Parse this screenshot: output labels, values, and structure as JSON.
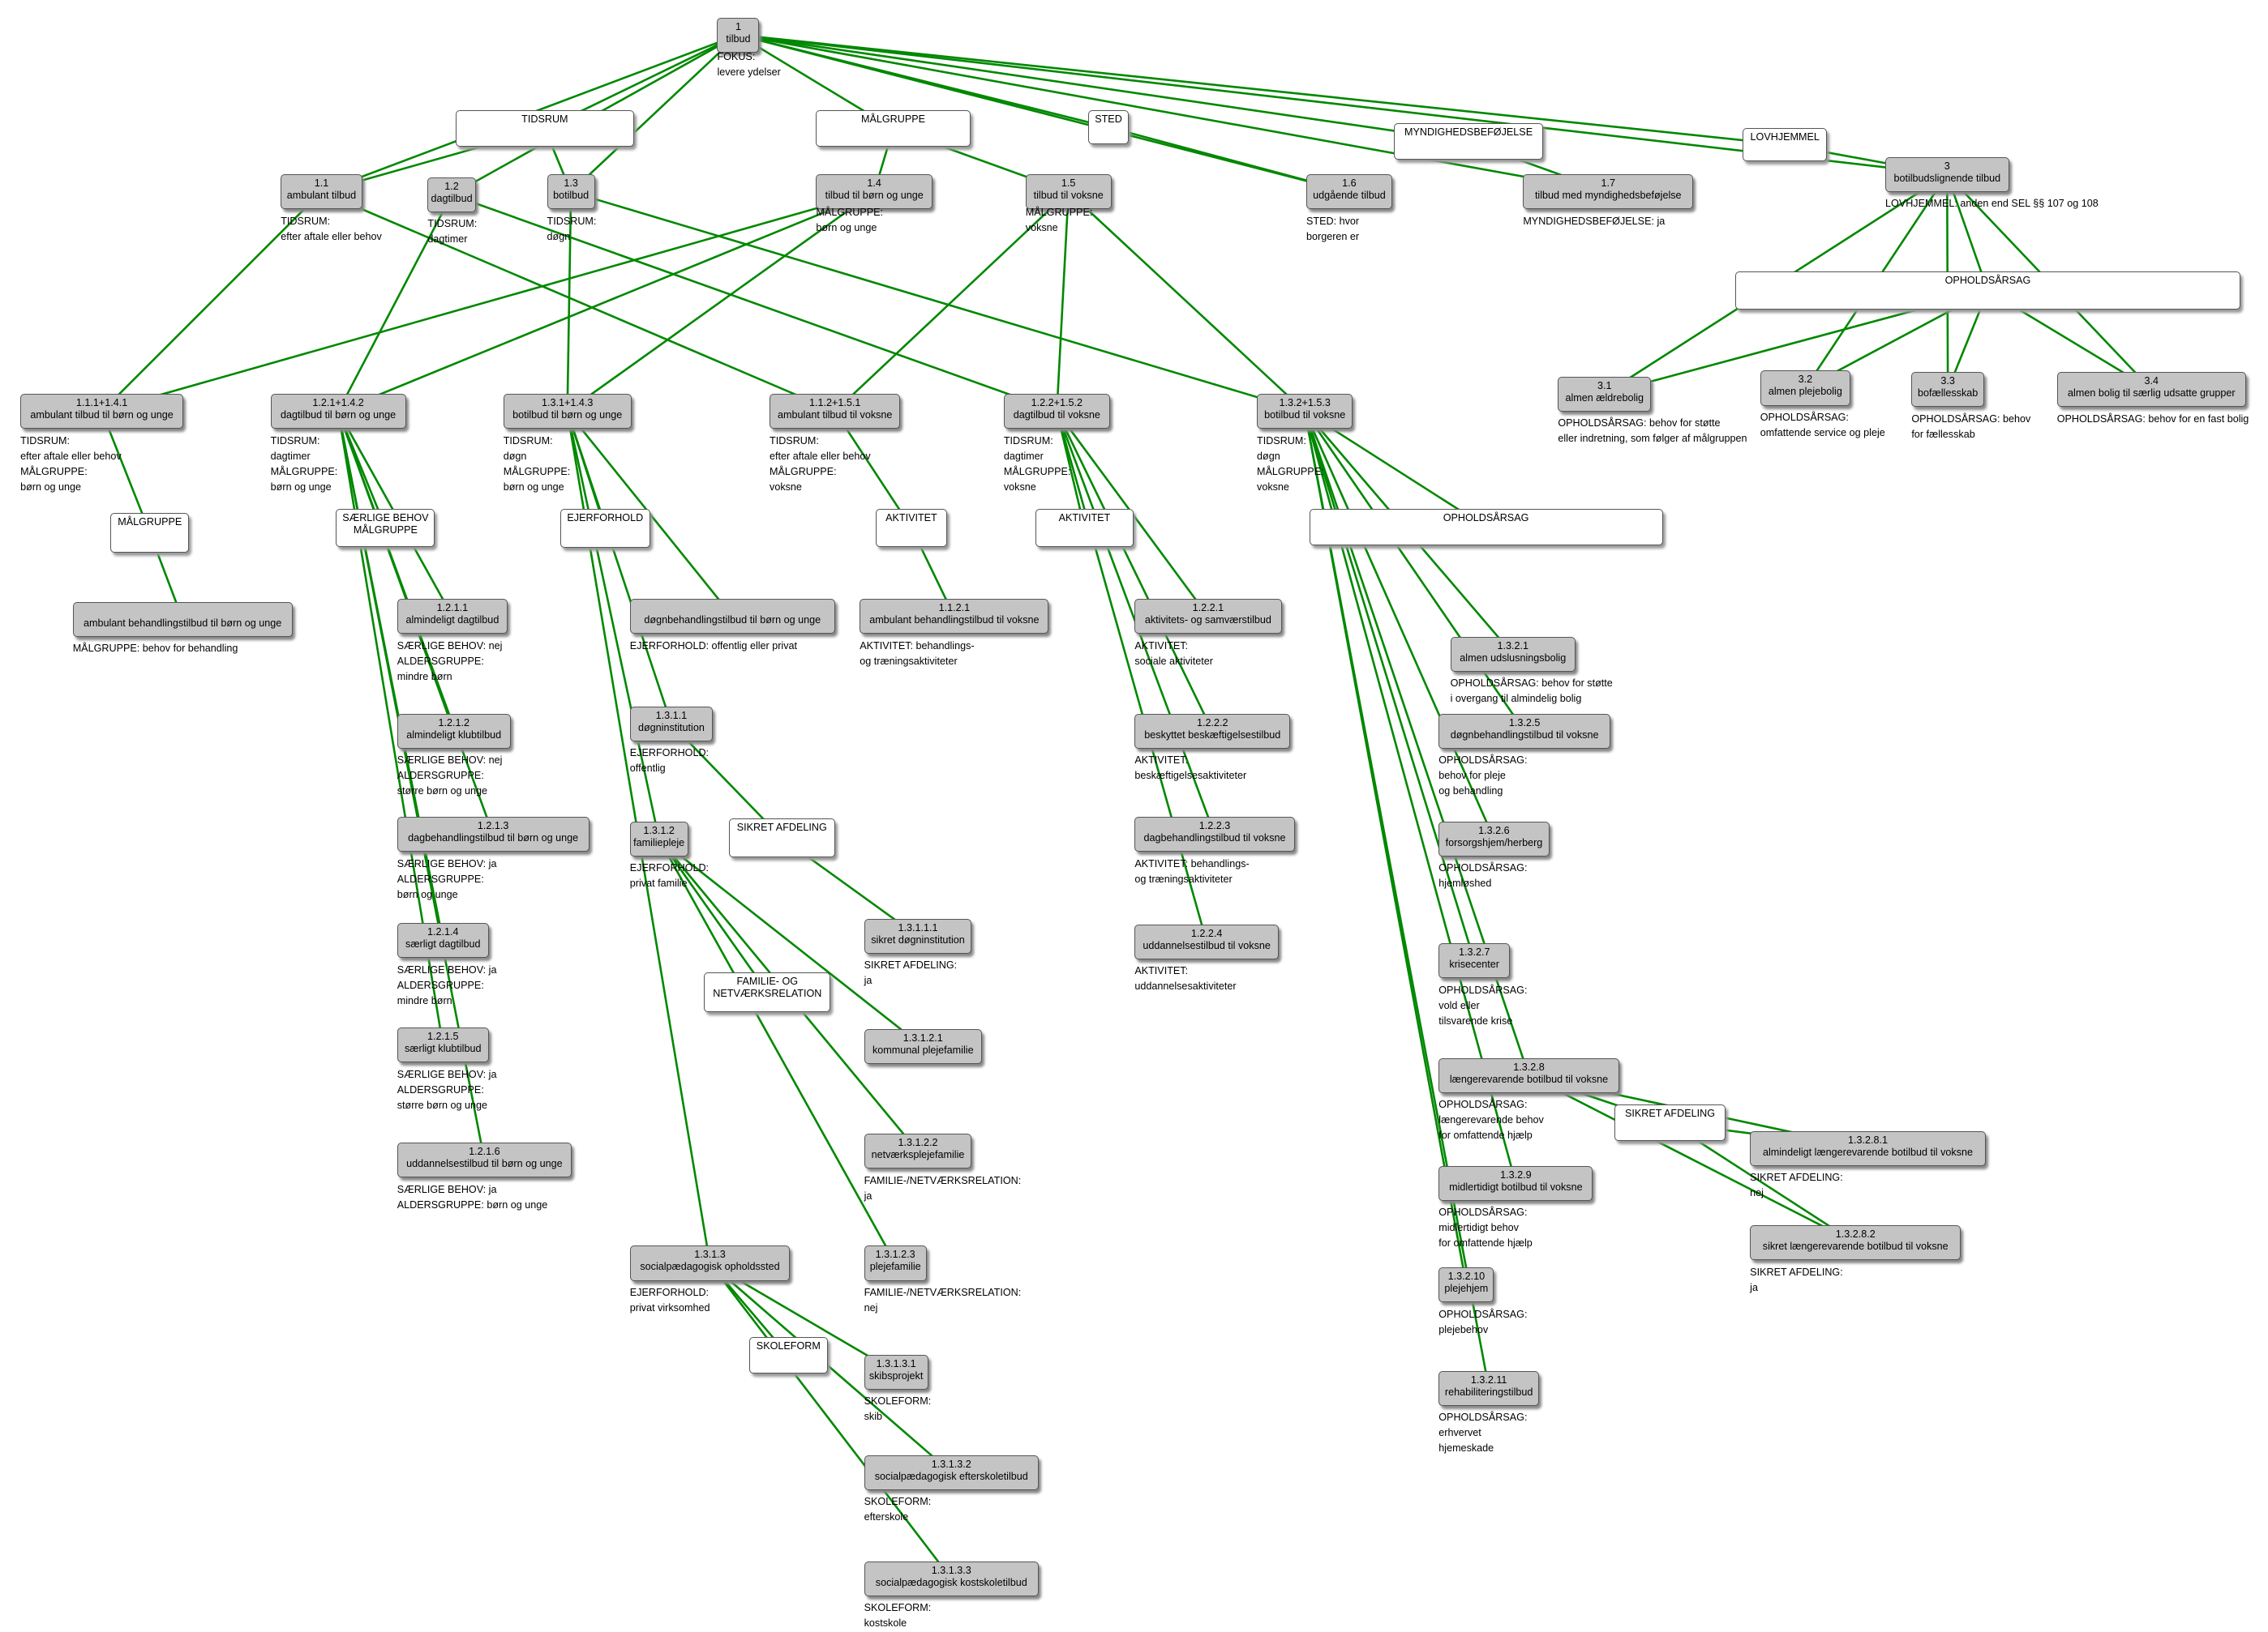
{
  "diagram": {
    "colors": {
      "edge": "#008800",
      "term_fill": "#c4c4c4",
      "attr_fill": "#ffffff",
      "border": "#555555"
    },
    "nodes": {
      "n1": {
        "lines": [
          "1",
          "tilbud"
        ],
        "kind": "term"
      },
      "tidsrum": {
        "lines": [
          "TIDSRUM"
        ],
        "kind": "attr"
      },
      "malgruppe": {
        "lines": [
          "MÅLGRUPPE"
        ],
        "kind": "attr"
      },
      "sted": {
        "lines": [
          "STED"
        ],
        "kind": "attr"
      },
      "myndighed": {
        "lines": [
          "MYNDIGHEDSBEFØJELSE"
        ],
        "kind": "attr"
      },
      "lovhjemmel": {
        "lines": [
          "LOVHJEMMEL"
        ],
        "kind": "attr"
      },
      "n1_1": {
        "lines": [
          "1.1",
          "ambulant tilbud"
        ],
        "kind": "term"
      },
      "n1_2": {
        "lines": [
          "1.2",
          "dagtilbud"
        ],
        "kind": "term"
      },
      "n1_3": {
        "lines": [
          "1.3",
          "botilbud"
        ],
        "kind": "term"
      },
      "n1_4": {
        "lines": [
          "1.4",
          "tilbud til børn og unge"
        ],
        "kind": "term"
      },
      "n1_5": {
        "lines": [
          "1.5",
          "tilbud til voksne"
        ],
        "kind": "term"
      },
      "n1_6": {
        "lines": [
          "1.6",
          "udgående tilbud"
        ],
        "kind": "term"
      },
      "n1_7": {
        "lines": [
          "1.7",
          "tilbud med myndighedsbeføjelse"
        ],
        "kind": "term"
      },
      "n3": {
        "lines": [
          "3",
          "botilbudslignende tilbud"
        ],
        "kind": "term"
      },
      "opholdsarsag3": {
        "lines": [
          "OPHOLDSÅRSAG"
        ],
        "kind": "attr"
      },
      "n3_1": {
        "lines": [
          "3.1",
          "almen ældrebolig"
        ],
        "kind": "term"
      },
      "n3_2": {
        "lines": [
          "3.2",
          "almen plejebolig"
        ],
        "kind": "term"
      },
      "n3_3": {
        "lines": [
          "3.3",
          "bofællesskab"
        ],
        "kind": "term"
      },
      "n3_4": {
        "lines": [
          "3.4",
          "almen bolig til særlig udsatte grupper"
        ],
        "kind": "term"
      },
      "n111": {
        "lines": [
          "1.1.1+1.4.1",
          "ambulant tilbud til børn og unge"
        ],
        "kind": "term"
      },
      "n121": {
        "lines": [
          "1.2.1+1.4.2",
          "dagtilbud til børn og unge"
        ],
        "kind": "term"
      },
      "n131": {
        "lines": [
          "1.3.1+1.4.3",
          "botilbud til børn og unge"
        ],
        "kind": "term"
      },
      "n112": {
        "lines": [
          "1.1.2+1.5.1",
          "ambulant tilbud til voksne"
        ],
        "kind": "term"
      },
      "n122": {
        "lines": [
          "1.2.2+1.5.2",
          "dagtilbud til voksne"
        ],
        "kind": "term"
      },
      "n132": {
        "lines": [
          "1.3.2+1.5.3",
          "botilbud til voksne"
        ],
        "kind": "term"
      },
      "malgruppe111": {
        "lines": [
          "MÅLGRUPPE"
        ],
        "kind": "attr"
      },
      "ambbehand": {
        "lines": [
          "",
          "ambulant behandlingstilbud til børn og unge"
        ],
        "kind": "term"
      },
      "saerlige": {
        "lines": [
          "SÆRLIGE BEHOV",
          "MÅLGRUPPE"
        ],
        "kind": "attr"
      },
      "ejerforhold": {
        "lines": [
          "EJERFORHOLD"
        ],
        "kind": "attr"
      },
      "aktivitet112": {
        "lines": [
          "AKTIVITET"
        ],
        "kind": "attr"
      },
      "aktivitet122": {
        "lines": [
          "AKTIVITET"
        ],
        "kind": "attr"
      },
      "opholdsarsag132": {
        "lines": [
          "OPHOLDSÅRSAG"
        ],
        "kind": "attr"
      },
      "n1211": {
        "lines": [
          "1.2.1.1",
          "almindeligt dagtilbud"
        ],
        "kind": "term"
      },
      "n1212": {
        "lines": [
          "1.2.1.2",
          "almindeligt klubtilbud"
        ],
        "kind": "term"
      },
      "n1213": {
        "lines": [
          "1.2.1.3",
          "dagbehandlingstilbud til børn og unge"
        ],
        "kind": "term"
      },
      "n1214": {
        "lines": [
          "1.2.1.4",
          "særligt dagtilbud"
        ],
        "kind": "term"
      },
      "n1215": {
        "lines": [
          "1.2.1.5",
          "særligt klubtilbud"
        ],
        "kind": "term"
      },
      "n1216": {
        "lines": [
          "1.2.1.6",
          "uddannelsestilbud til børn og unge"
        ],
        "kind": "term"
      },
      "dognbehand": {
        "lines": [
          "",
          "døgnbehandlingstilbud til børn og unge"
        ],
        "kind": "term"
      },
      "n1311": {
        "lines": [
          "1.3.1.1",
          "døgninstitution"
        ],
        "kind": "term"
      },
      "sikret1": {
        "lines": [
          "SIKRET AFDELING"
        ],
        "kind": "attr"
      },
      "n1312": {
        "lines": [
          "1.3.1.2",
          "familiepleje"
        ],
        "kind": "term"
      },
      "familie": {
        "lines": [
          "FAMILIE- OG",
          "NETVÆRKSRELATION"
        ],
        "kind": "attr"
      },
      "n13111": {
        "lines": [
          "1.3.1.1.1",
          "sikret døgninstitution"
        ],
        "kind": "term"
      },
      "n13121": {
        "lines": [
          "1.3.1.2.1",
          "kommunal plejefamilie"
        ],
        "kind": "term"
      },
      "n13122": {
        "lines": [
          "1.3.1.2.2",
          "netværksplejefamilie"
        ],
        "kind": "term"
      },
      "n13123": {
        "lines": [
          "1.3.1.2.3",
          "plejefamilie"
        ],
        "kind": "term"
      },
      "n1313": {
        "lines": [
          "1.3.1.3",
          "socialpædagogisk opholdssted"
        ],
        "kind": "term"
      },
      "skoleform": {
        "lines": [
          "SKOLEFORM"
        ],
        "kind": "attr"
      },
      "n13131": {
        "lines": [
          "1.3.1.3.1",
          "skibsprojekt"
        ],
        "kind": "term"
      },
      "n13132": {
        "lines": [
          "1.3.1.3.2",
          "socialpædagogisk efterskoletilbud"
        ],
        "kind": "term"
      },
      "n13133": {
        "lines": [
          "1.3.1.3.3",
          "socialpædagogisk kostskoletilbud"
        ],
        "kind": "term"
      },
      "n1121": {
        "lines": [
          "1.1.2.1",
          "ambulant behandlingstilbud til voksne"
        ],
        "kind": "term"
      },
      "n1221": {
        "lines": [
          "1.2.2.1",
          "aktivitets- og samværstilbud"
        ],
        "kind": "term"
      },
      "n1222": {
        "lines": [
          "1.2.2.2",
          "beskyttet beskæftigelsestilbud"
        ],
        "kind": "term"
      },
      "n1223": {
        "lines": [
          "1.2.2.3",
          "dagbehandlingstilbud til voksne"
        ],
        "kind": "term"
      },
      "n1224": {
        "lines": [
          "1.2.2.4",
          "uddannelsestilbud til voksne"
        ],
        "kind": "term"
      },
      "n1321": {
        "lines": [
          "1.3.2.1",
          "almen udslusningsbolig"
        ],
        "kind": "term"
      },
      "n1325": {
        "lines": [
          "1.3.2.5",
          "døgnbehandlingstilbud til voksne"
        ],
        "kind": "term"
      },
      "n1326": {
        "lines": [
          "1.3.2.6",
          "forsorgshjem/herberg"
        ],
        "kind": "term"
      },
      "n1327": {
        "lines": [
          "1.3.2.7",
          "krisecenter"
        ],
        "kind": "term"
      },
      "n1328": {
        "lines": [
          "1.3.2.8",
          "længerevarende botilbud til voksne"
        ],
        "kind": "term"
      },
      "sikret2": {
        "lines": [
          "SIKRET AFDELING"
        ],
        "kind": "attr"
      },
      "n13281": {
        "lines": [
          "1.3.2.8.1",
          "almindeligt længerevarende botilbud til voksne"
        ],
        "kind": "term"
      },
      "n13282": {
        "lines": [
          "1.3.2.8.2",
          "sikret længerevarende botilbud til voksne"
        ],
        "kind": "term"
      },
      "n1329": {
        "lines": [
          "1.3.2.9",
          "midlertidigt botilbud til voksne"
        ],
        "kind": "term"
      },
      "n13210": {
        "lines": [
          "1.3.2.10",
          "plejehjem"
        ],
        "kind": "term"
      },
      "n13211": {
        "lines": [
          "1.3.2.11",
          "rehabiliteringstilbud"
        ],
        "kind": "term"
      }
    },
    "notes": {
      "n1": [
        "FOKUS:",
        "levere ydelser"
      ],
      "n1_1": [
        "TIDSRUM:",
        "efter aftale eller behov"
      ],
      "n1_2": [
        "TIDSRUM:",
        "dagtimer"
      ],
      "n1_3": [
        "TIDSRUM:",
        "døgn"
      ],
      "n1_4": [
        "MÅLGRUPPE:",
        "børn og unge"
      ],
      "n1_5": [
        "MÅLGRUPPE:",
        "voksne"
      ],
      "n1_6": [
        "STED: hvor",
        "borgeren er"
      ],
      "n1_7": [
        "MYNDIGHEDSBEFØJELSE: ja"
      ],
      "n3": [
        "LOVHJEMMEL: anden end SEL §§ 107 og 108"
      ],
      "n3_1": [
        "OPHOLDSÅRSAG: behov for støtte",
        "eller indretning, som følger af målgruppen"
      ],
      "n3_2": [
        "OPHOLDSÅRSAG:",
        "omfattende service og pleje"
      ],
      "n3_3": [
        "OPHOLDSÅRSAG: behov",
        "for fællesskab"
      ],
      "n3_4": [
        "OPHOLDSÅRSAG: behov for en fast bolig"
      ],
      "n111": [
        "TIDSRUM:",
        "efter aftale eller behov",
        "MÅLGRUPPE:",
        "børn og unge"
      ],
      "n121": [
        "TIDSRUM:",
        "dagtimer",
        "MÅLGRUPPE:",
        "børn og unge"
      ],
      "n131": [
        "TIDSRUM:",
        "døgn",
        "MÅLGRUPPE:",
        "børn og unge"
      ],
      "n112": [
        "TIDSRUM:",
        "efter aftale eller behov",
        "MÅLGRUPPE:",
        "voksne"
      ],
      "n122": [
        "TIDSRUM:",
        "dagtimer",
        "MÅLGRUPPE:",
        "voksne"
      ],
      "n132": [
        "TIDSRUM:",
        "døgn",
        "MÅLGRUPPE:",
        "voksne"
      ],
      "ambbehand": [
        "MÅLGRUPPE: behov for behandling"
      ],
      "n1211": [
        "SÆRLIGE BEHOV: nej",
        "ALDERSGRUPPE:",
        "mindre børn"
      ],
      "n1212": [
        "SÆRLIGE BEHOV: nej",
        "ALDERSGRUPPE:",
        "større børn og unge"
      ],
      "n1213": [
        "SÆRLIGE BEHOV: ja",
        "ALDERSGRUPPE:",
        "børn og unge"
      ],
      "n1214": [
        "SÆRLIGE BEHOV: ja",
        "ALDERSGRUPPE:",
        "mindre børn"
      ],
      "n1215": [
        "SÆRLIGE BEHOV: ja",
        "ALDERSGRUPPE:",
        "større børn og unge"
      ],
      "n1216": [
        "SÆRLIGE BEHOV: ja",
        "ALDERSGRUPPE: børn og unge"
      ],
      "dognbehand": [
        "EJERFORHOLD: offentlig eller privat"
      ],
      "n1311": [
        "EJERFORHOLD:",
        "offentlig"
      ],
      "n1312": [
        "EJERFORHOLD:",
        "privat familie"
      ],
      "n13111": [
        "SIKRET AFDELING:",
        "ja"
      ],
      "n13122": [
        "FAMILIE-/NETVÆRKSRELATION:",
        "ja"
      ],
      "n13123": [
        "FAMILIE-/NETVÆRKSRELATION:",
        "nej"
      ],
      "n1313": [
        "EJERFORHOLD:",
        "privat virksomhed"
      ],
      "n13131": [
        "SKOLEFORM:",
        "skib"
      ],
      "n13132": [
        "SKOLEFORM:",
        "efterskole"
      ],
      "n13133": [
        "SKOLEFORM:",
        "kostskole"
      ],
      "n1121": [
        "AKTIVITET: behandlings-",
        "og træningsaktiviteter"
      ],
      "n1221": [
        "AKTIVITET:",
        "sociale aktiviteter"
      ],
      "n1222": [
        "AKTIVITET:",
        "beskæftigelsesaktiviteter"
      ],
      "n1223": [
        "AKTIVITET: behandlings-",
        "og træningsaktiviteter"
      ],
      "n1224": [
        "AKTIVITET:",
        "uddannelsesaktiviteter"
      ],
      "n1321": [
        "OPHOLDSÅRSAG: behov for støtte",
        "i overgang til almindelig bolig"
      ],
      "n1325": [
        "OPHOLDSÅRSAG:",
        "behov for pleje",
        "og behandling"
      ],
      "n1326": [
        "OPHOLDSÅRSAG:",
        "hjemløshed"
      ],
      "n1327": [
        "OPHOLDSÅRSAG:",
        "vold eller",
        "tilsvarende krise"
      ],
      "n1328": [
        "OPHOLDSÅRSAG:",
        "længerevarende behov",
        "for omfattende hjælp"
      ],
      "n13281": [
        "SIKRET AFDELING:",
        "nej"
      ],
      "n13282": [
        "SIKRET AFDELING:",
        "ja"
      ],
      "n1329": [
        "OPHOLDSÅRSAG:",
        "midlertidigt behov",
        "for omfattende hjælp"
      ],
      "n13210": [
        "OPHOLDSÅRSAG:",
        "plejebehov"
      ],
      "n13211": [
        "OPHOLDSÅRSAG:",
        "erhvervet",
        "hjemeskade"
      ]
    },
    "edges": [
      [
        "n1",
        "tidsrum"
      ],
      [
        "n1",
        "n1_1"
      ],
      [
        "n1",
        "n1_2"
      ],
      [
        "n1",
        "n1_3"
      ],
      [
        "n1",
        "malgruppe"
      ],
      [
        "n1",
        "sted"
      ],
      [
        "n1",
        "myndighed"
      ],
      [
        "n1",
        "lovhjemmel"
      ],
      [
        "n1",
        "n3"
      ],
      [
        "n1",
        "n1_6"
      ],
      [
        "n1",
        "n1_7"
      ],
      [
        "malgruppe",
        "n1_4"
      ],
      [
        "malgruppe",
        "n1_5"
      ],
      [
        "myndighed",
        "n1_7"
      ],
      [
        "sted",
        "n1_6"
      ],
      [
        "lovhjemmel",
        "n3"
      ],
      [
        "tidsrum",
        "n1_1"
      ],
      [
        "tidsrum",
        "n1_3"
      ],
      [
        "n1_1",
        "n111"
      ],
      [
        "n1_2",
        "n121"
      ],
      [
        "n1_3",
        "n131"
      ],
      [
        "n1_4",
        "n111"
      ],
      [
        "n1_4",
        "n121"
      ],
      [
        "n1_4",
        "n131"
      ],
      [
        "n1_5",
        "n112"
      ],
      [
        "n1_5",
        "n122"
      ],
      [
        "n1_5",
        "n132"
      ],
      [
        "n1_1",
        "n112"
      ],
      [
        "n1_2",
        "n122"
      ],
      [
        "n1_3",
        "n132"
      ],
      [
        "n3",
        "opholdsarsag3"
      ],
      [
        "n3",
        "n3_1"
      ],
      [
        "n3",
        "n3_2"
      ],
      [
        "n3",
        "n3_3"
      ],
      [
        "n3",
        "n3_4"
      ],
      [
        "opholdsarsag3",
        "n3_1"
      ],
      [
        "opholdsarsag3",
        "n3_2"
      ],
      [
        "opholdsarsag3",
        "n3_3"
      ],
      [
        "opholdsarsag3",
        "n3_4"
      ],
      [
        "n111",
        "malgruppe111"
      ],
      [
        "malgruppe111",
        "ambbehand"
      ],
      [
        "n121",
        "saerlige"
      ],
      [
        "n121",
        "n1211"
      ],
      [
        "n121",
        "n1212"
      ],
      [
        "n121",
        "n1213"
      ],
      [
        "n121",
        "n1214"
      ],
      [
        "n121",
        "n1215"
      ],
      [
        "n121",
        "n1216"
      ],
      [
        "n131",
        "ejerforhold"
      ],
      [
        "n131",
        "dognbehand"
      ],
      [
        "n131",
        "n1311"
      ],
      [
        "n131",
        "n1312"
      ],
      [
        "n131",
        "n1313"
      ],
      [
        "n1311",
        "sikret1"
      ],
      [
        "sikret1",
        "n13111"
      ],
      [
        "n1312",
        "familie"
      ],
      [
        "n1312",
        "n13121"
      ],
      [
        "n1312",
        "n13122"
      ],
      [
        "n1312",
        "n13123"
      ],
      [
        "n1313",
        "skoleform"
      ],
      [
        "n1313",
        "n13131"
      ],
      [
        "n1313",
        "n13132"
      ],
      [
        "n1313",
        "n13133"
      ],
      [
        "n112",
        "aktivitet112"
      ],
      [
        "aktivitet112",
        "n1121"
      ],
      [
        "n122",
        "aktivitet122"
      ],
      [
        "n122",
        "n1221"
      ],
      [
        "n122",
        "n1222"
      ],
      [
        "n122",
        "n1223"
      ],
      [
        "n122",
        "n1224"
      ],
      [
        "n132",
        "opholdsarsag132"
      ],
      [
        "n132",
        "n1321"
      ],
      [
        "n132",
        "n1325"
      ],
      [
        "n132",
        "n1326"
      ],
      [
        "n132",
        "n1327"
      ],
      [
        "n132",
        "n1328"
      ],
      [
        "n132",
        "n1329"
      ],
      [
        "n132",
        "n13210"
      ],
      [
        "n132",
        "n13211"
      ],
      [
        "n1328",
        "sikret2"
      ],
      [
        "n1328",
        "n13281"
      ],
      [
        "n1328",
        "n13282"
      ],
      [
        "sikret2",
        "n13281"
      ],
      [
        "sikret2",
        "n13282"
      ]
    ]
  }
}
